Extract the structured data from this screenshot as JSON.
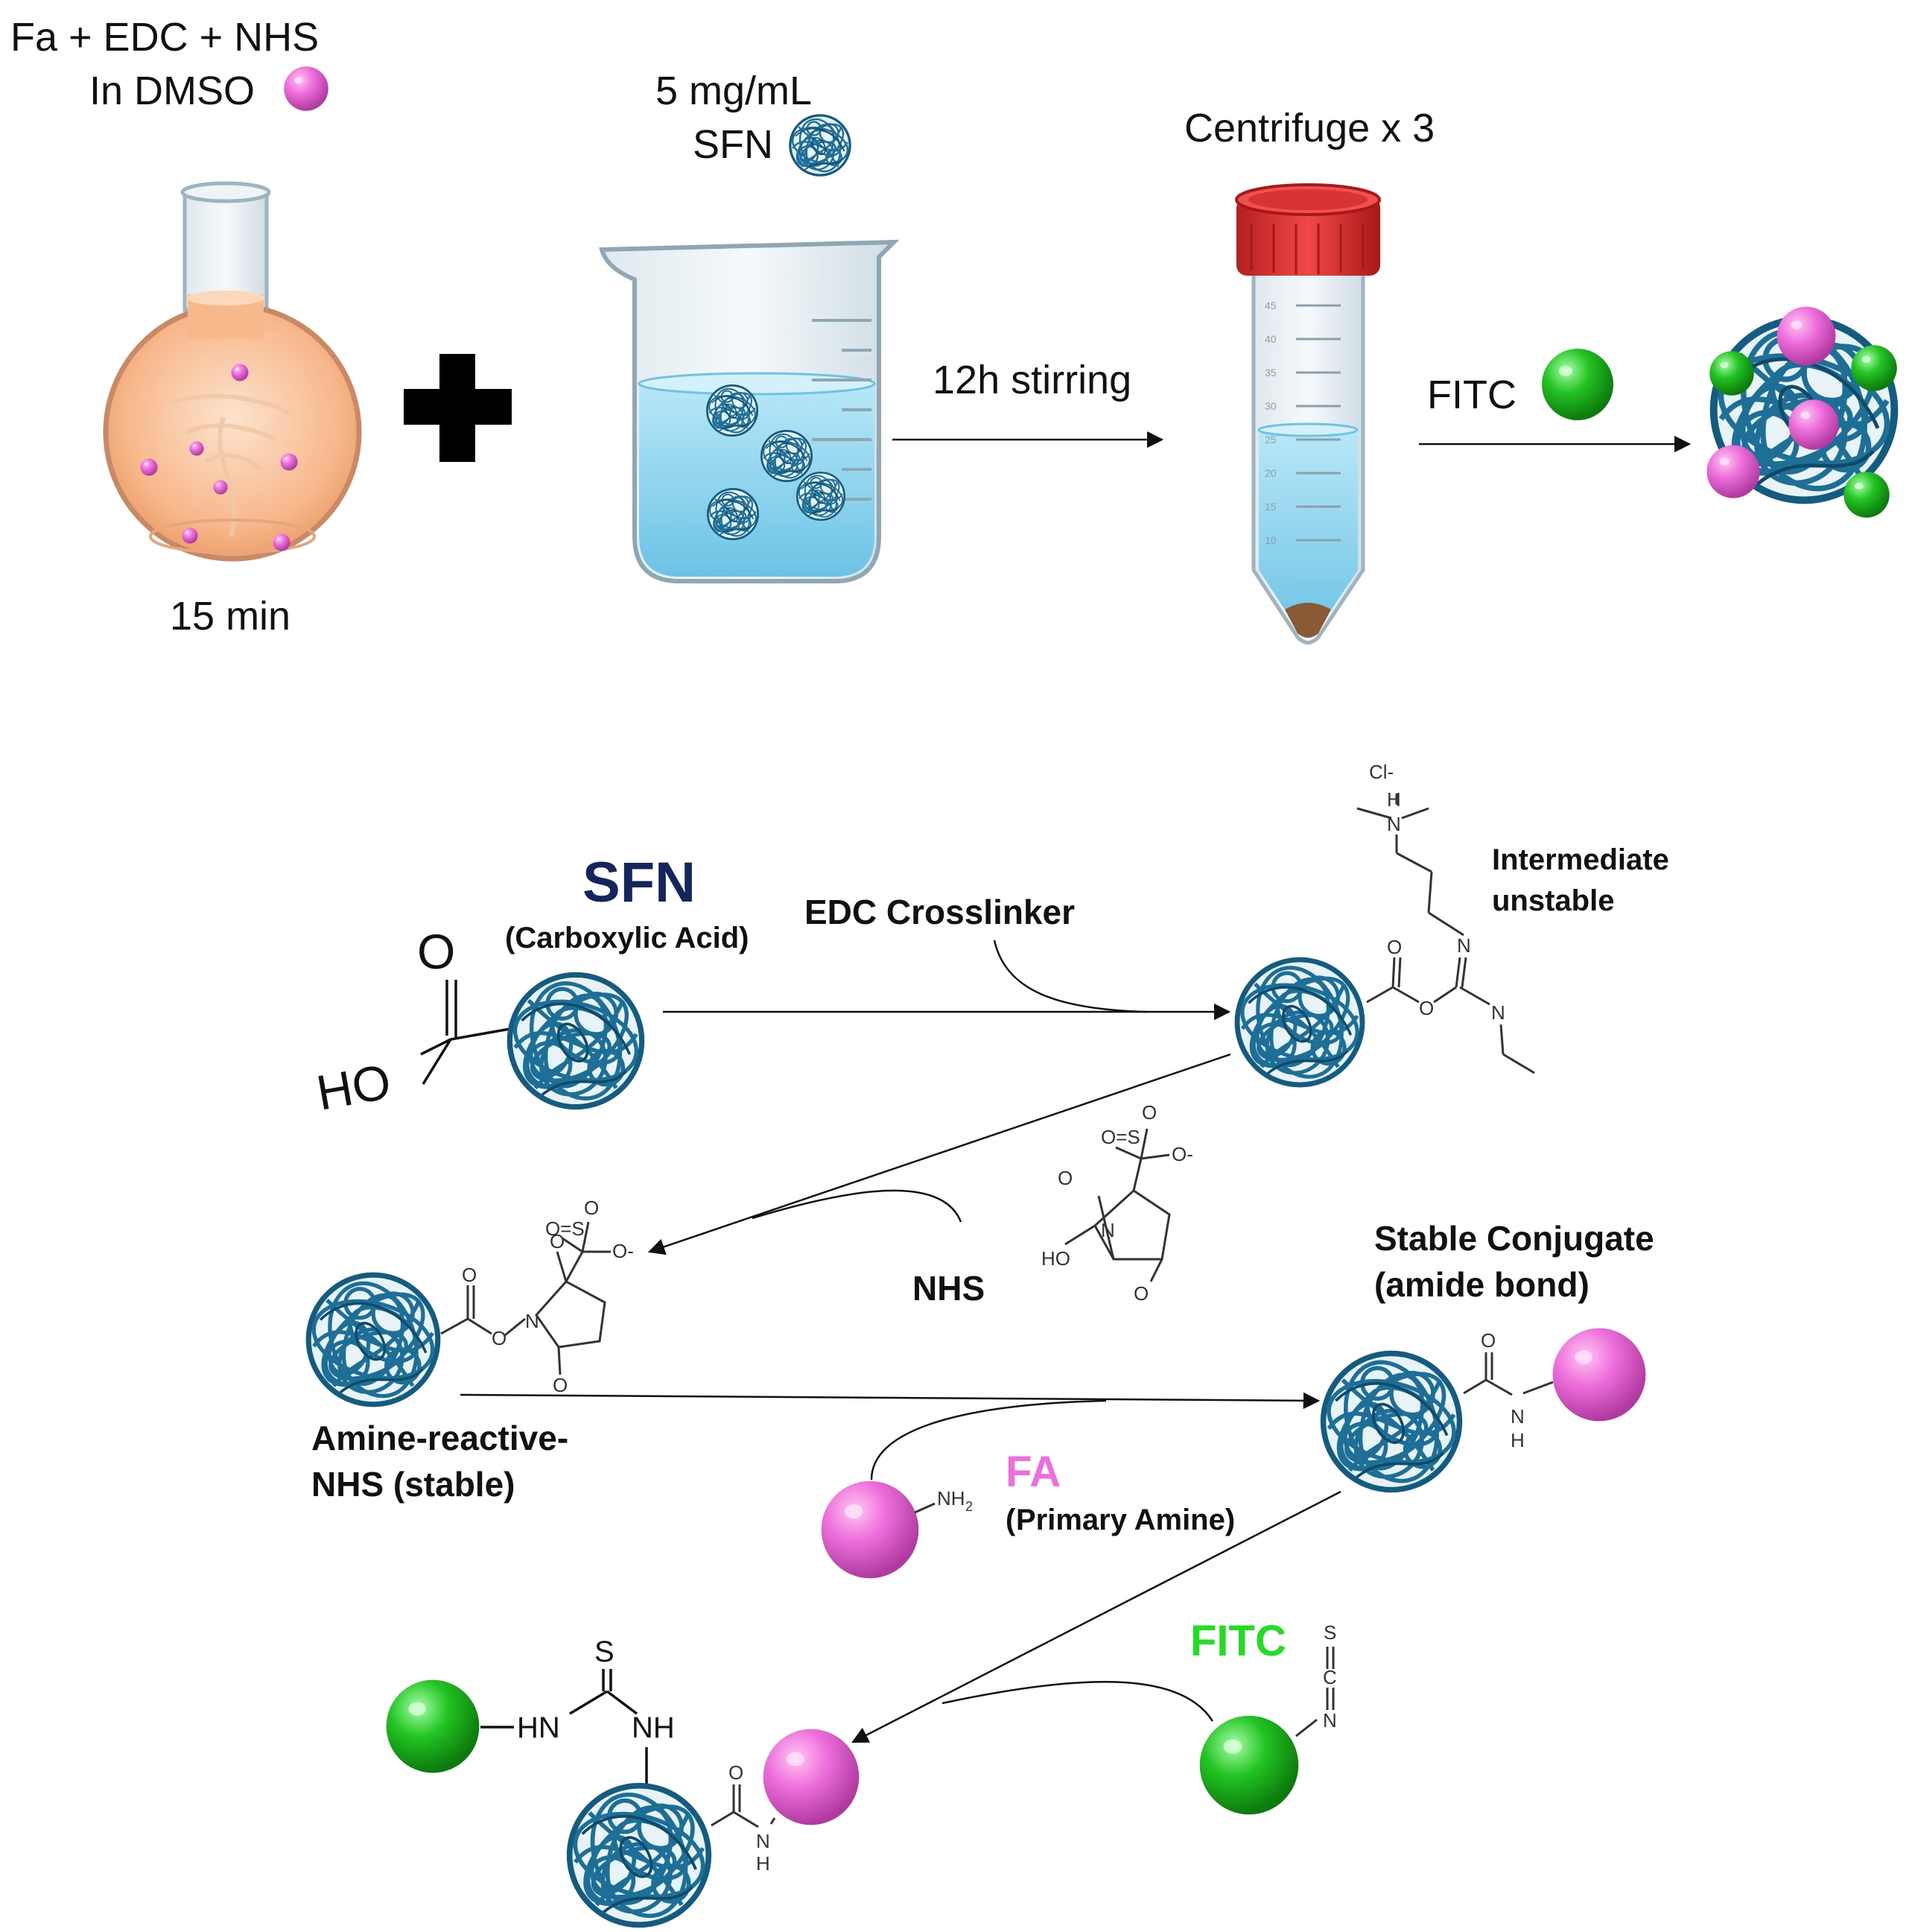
{
  "colors": {
    "fa_sphere": "#ee6fdc",
    "fitc_sphere": "#22c422",
    "sfn_yarn": "#1e6f98",
    "flask_fill": "#f7b88c",
    "water": "#9fdaf0",
    "cap_red": "#e53333",
    "sfn_title": "#14245c",
    "fa_label": "#ee6fdc",
    "fitc_label": "#22dd22"
  },
  "top": {
    "reagents_line1": "Fa + EDC + NHS",
    "reagents_line2": "In DMSO",
    "flask_time": "15 min",
    "sfn_conc": "5 mg/mL",
    "sfn_label": "SFN",
    "stirring_label": "12h stirring",
    "centrifuge_label": "Centrifuge x 3",
    "fitc_label": "FITC",
    "tube_marks": [
      "45",
      "40",
      "35",
      "30",
      "25",
      "20",
      "15",
      "10"
    ]
  },
  "scheme": {
    "sfn_title": "SFN",
    "sfn_sub": "(Carboxylic Acid)",
    "edc_label": "EDC Crosslinker",
    "intermediate_line1": "Intermediate",
    "intermediate_line2": "unstable",
    "nhs_label": "NHS",
    "amine_reactive_line1": "Amine-reactive-",
    "amine_reactive_line2": "NHS (stable)",
    "stable_line1": "Stable Conjugate",
    "stable_line2": "(amide bond)",
    "fa_label": "FA",
    "fa_sub_paren": "(",
    "fa_sub": "Primary Amine)",
    "fitc_label": "FITC"
  },
  "chem": {
    "o": "O",
    "ho": "HO",
    "n": "N",
    "s": "S",
    "c": "C",
    "h": "H",
    "nh": "NH",
    "hn": "HN",
    "nh2": "NH",
    "nh2_sub": "2",
    "cl": "Cl-",
    "so3": "O=S",
    "o_minus": "O-",
    "bond_dash": "—"
  }
}
